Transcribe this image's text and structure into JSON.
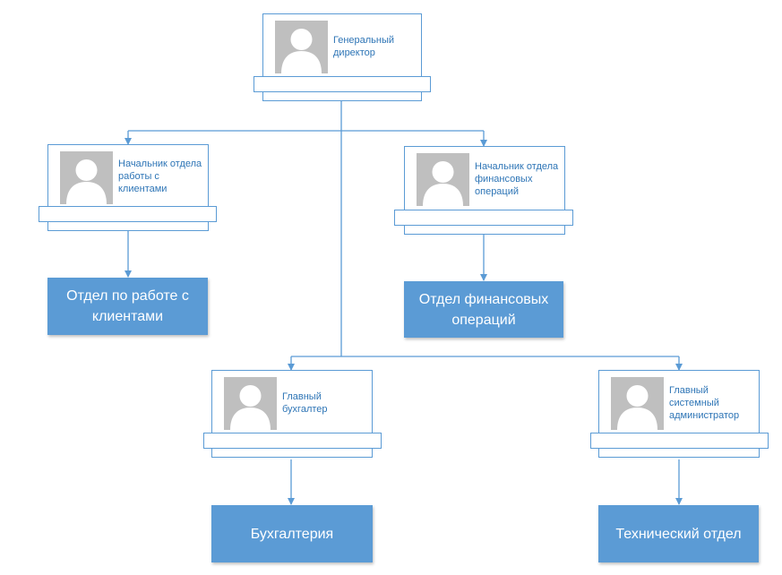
{
  "colors": {
    "accent": "#5b9bd5",
    "text_blue": "#2e75b6",
    "photo_gray": "#bfbfbf"
  },
  "positions": [
    {
      "id": "ceo",
      "title": "Генеральный директор",
      "icon": "person-silhouette-icon"
    },
    {
      "id": "client_head",
      "title": "Начальник отдела работы с клиентами",
      "icon": "person-silhouette-icon"
    },
    {
      "id": "finance_head",
      "title": "Начальник отдела финансовых операций",
      "icon": "person-silhouette-icon"
    },
    {
      "id": "chief_accountant",
      "title": "Главный бухгалтер",
      "icon": "person-silhouette-icon"
    },
    {
      "id": "sysadmin",
      "title": "Главный системный администратор",
      "icon": "person-silhouette-icon"
    }
  ],
  "departments": [
    {
      "id": "client_dept",
      "name": "Отдел по работе с клиентами"
    },
    {
      "id": "finance_dept",
      "name": "Отдел финансовых операций"
    },
    {
      "id": "accounting",
      "name": "Бухгалтерия"
    },
    {
      "id": "tech_dept",
      "name": "Технический отдел"
    }
  ]
}
